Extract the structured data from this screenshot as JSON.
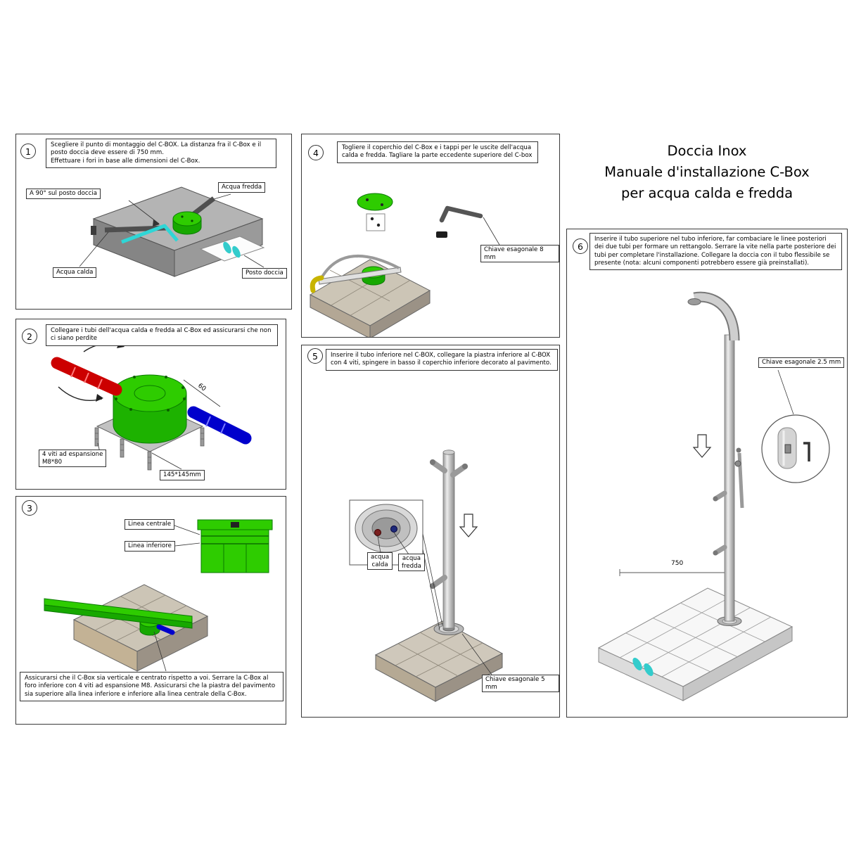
{
  "title": {
    "line1": "Doccia Inox",
    "line2": "Manuale d'installazione C-Box",
    "line3": "per acqua calda e fredda"
  },
  "colors": {
    "cbox_green": "#2ecc00",
    "hot_water_red": "#cc0000",
    "cold_water_blue": "#0000cc",
    "marker_cyan": "#33cccc"
  },
  "step1": {
    "number": "1",
    "instruction": "Scegliere il punto di montaggio del C-BOX. La distanza fra il C-Box e il posto doccia deve essere di 750 mm.\nEffettuare i fori in base alle dimensioni del C-Box.",
    "label_angle": "A 90° sul posto doccia",
    "label_cold": "Acqua fredda",
    "label_hot": "Acqua calda",
    "label_spot": "Posto doccia"
  },
  "step2": {
    "number": "2",
    "instruction": "Collegare i tubi dell'acqua calda e fredda al C-Box ed assicurarsi che non ci siano perdite",
    "label_screws": "4 viti ad espansione\nM8*80",
    "label_plate": "145*145mm",
    "label_dim": "60"
  },
  "step3": {
    "number": "3",
    "label_center_line": "Linea centrale",
    "label_lower_line": "Linea inferiore",
    "instruction": "Assicurarsi che il C-Box sia verticale e centrato rispetto a voi. Serrare la C-Box al foro inferiore con 4 viti ad espansione M8. Assicurarsi che la piastra del pavimento sia superiore alla linea inferiore e inferiore alla linea centrale della C-Box."
  },
  "step4": {
    "number": "4",
    "instruction": "Togliere il coperchio del C-Box e i tappi per le uscite dell'acqua calda e fredda. Tagliare la parte eccedente superiore del C-box",
    "label_key": "Chiave esagonale 8 mm"
  },
  "step5": {
    "number": "5",
    "instruction": "Inserire il tubo inferiore nel C-BOX, collegare la piastra inferiore al C-BOX con 4 viti, spingere in basso il coperchio inferiore decorato al pavimento.",
    "label_hot": "acqua\ncalda",
    "label_cold": "acqua\nfredda",
    "label_key": "Chiave esagonale 5 mm"
  },
  "step6": {
    "number": "6",
    "instruction": "Inserire il tubo superiore nel tubo inferiore, far combaciare le linee posteriori dei due tubi per formare un rettangolo. Serrare la vite nella parte posteriore dei tubi per completare l'installazione. Collegare la doccia con il tubo flessibile se presente (nota: alcuni componenti potrebbero essere già preinstallati).",
    "label_key": "Chiave esagonale 2.5 mm",
    "label_distance": "750"
  }
}
